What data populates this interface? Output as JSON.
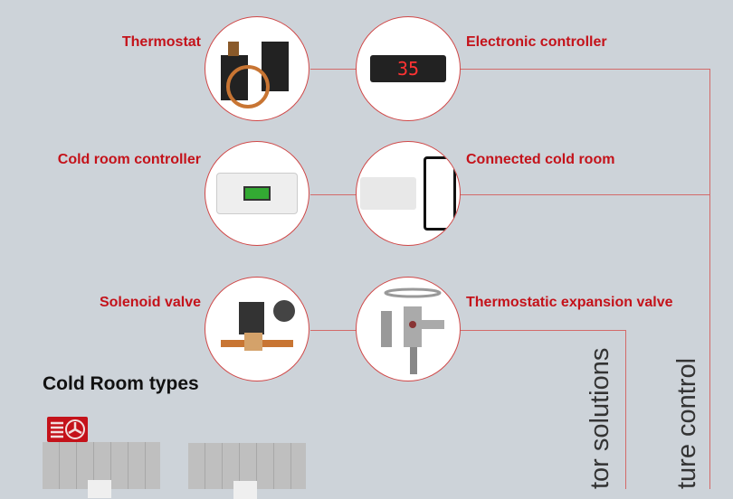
{
  "items": [
    {
      "label": "Thermostat",
      "side": "left"
    },
    {
      "label": "Electronic controller",
      "side": "right"
    },
    {
      "label": "Cold room controller",
      "side": "left"
    },
    {
      "label": "Connected cold room",
      "side": "right"
    },
    {
      "label": "Solenoid valve",
      "side": "left"
    },
    {
      "label": "Thermostatic expansion valve",
      "side": "right"
    }
  ],
  "controller_display": "35",
  "section_title": "Cold Room types",
  "vertical_labels": [
    "tor solutions",
    "ture control"
  ],
  "colors": {
    "accent": "#c4121a",
    "background": "#cdd3d9",
    "line": "#d36a6a"
  }
}
